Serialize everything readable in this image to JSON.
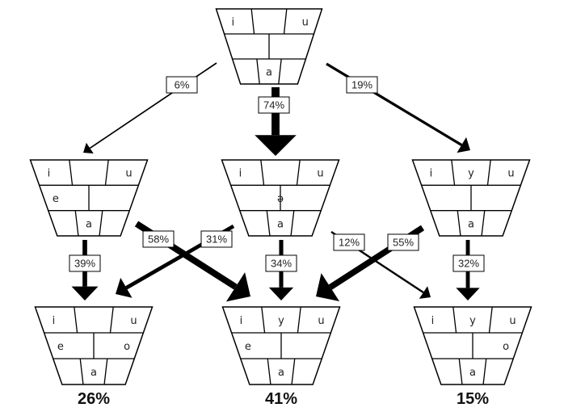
{
  "nodes": {
    "top": {
      "cells": [
        "i",
        "",
        "u",
        "",
        "",
        "",
        "",
        "a",
        ""
      ]
    },
    "mid_left": {
      "cells": [
        "i",
        "",
        "u",
        "e",
        "",
        "",
        "",
        "a",
        ""
      ]
    },
    "mid_center": {
      "cells": [
        "i",
        "",
        "u",
        "",
        "ə",
        "",
        "",
        "a",
        ""
      ]
    },
    "mid_right": {
      "cells": [
        "i",
        "y",
        "u",
        "",
        "",
        "",
        "",
        "a",
        ""
      ]
    },
    "bot_left": {
      "cells": [
        "i",
        "",
        "u",
        "e",
        "",
        "o",
        "",
        "a",
        ""
      ],
      "total": "26%"
    },
    "bot_center": {
      "cells": [
        "i",
        "y",
        "u",
        "e",
        "",
        "",
        "",
        "a",
        ""
      ],
      "total": "41%"
    },
    "bot_right": {
      "cells": [
        "i",
        "y",
        "u",
        "",
        "",
        "o",
        "",
        "a",
        ""
      ],
      "total": "15%"
    }
  },
  "edges": [
    {
      "id": "top-to-mid-left",
      "label": "6%",
      "value": 6
    },
    {
      "id": "top-to-mid-center",
      "label": "74%",
      "value": 74
    },
    {
      "id": "top-to-mid-right",
      "label": "19%",
      "value": 19
    },
    {
      "id": "ml-to-bl",
      "label": "39%",
      "value": 39
    },
    {
      "id": "ml-to-bc",
      "label": "58%",
      "value": 58
    },
    {
      "id": "mc-to-bl",
      "label": "31%",
      "value": 31
    },
    {
      "id": "mc-to-bc",
      "label": "34%",
      "value": 34
    },
    {
      "id": "mc-to-br",
      "label": "12%",
      "value": 12
    },
    {
      "id": "mr-to-bc",
      "label": "55%",
      "value": 55
    },
    {
      "id": "mr-to-br",
      "label": "32%",
      "value": 32
    }
  ]
}
